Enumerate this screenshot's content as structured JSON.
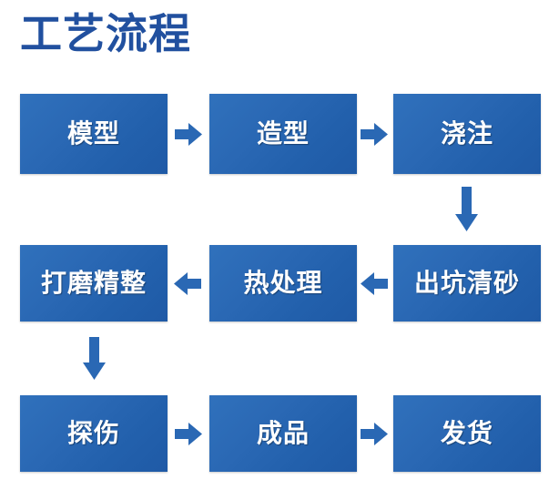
{
  "title": "工艺流程",
  "theme": {
    "title_color": "#21509F",
    "box_gradient_from": "#3071BC",
    "box_gradient_to": "#1F5AA6",
    "box_text_color": "#FFFFFF",
    "arrow_color": "#2A68B4",
    "background": "#FFFFFF"
  },
  "flow": {
    "rows": [
      {
        "direction": "left-to-right",
        "nodes": [
          {
            "id": "node-moxing",
            "label": "模型"
          },
          {
            "id": "node-zaoxing",
            "label": "造型"
          },
          {
            "id": "node-jiaozhu",
            "label": "浇注"
          }
        ]
      },
      {
        "direction": "right-to-left",
        "nodes": [
          {
            "id": "node-damojingzheng",
            "label": "打磨精整"
          },
          {
            "id": "node-rechuli",
            "label": "热处理"
          },
          {
            "id": "node-chukengqingsha",
            "label": "出坑清砂"
          }
        ]
      },
      {
        "direction": "left-to-right",
        "nodes": [
          {
            "id": "node-tanshang",
            "label": "探伤"
          },
          {
            "id": "node-chengpin",
            "label": "成品"
          },
          {
            "id": "node-fahuo",
            "label": "发货"
          }
        ]
      }
    ],
    "connectors": [
      {
        "id": "arrow-moxing-to-zaoxing",
        "direction": "right"
      },
      {
        "id": "arrow-zaoxing-to-jiaozhu",
        "direction": "right"
      },
      {
        "id": "arrow-jiaozhu-to-chukengqingsha",
        "direction": "down"
      },
      {
        "id": "arrow-chukengqingsha-to-rechuli",
        "direction": "left"
      },
      {
        "id": "arrow-rechuli-to-damojingzheng",
        "direction": "left"
      },
      {
        "id": "arrow-damojingzheng-to-tanshang",
        "direction": "down"
      },
      {
        "id": "arrow-tanshang-to-chengpin",
        "direction": "right"
      },
      {
        "id": "arrow-chengpin-to-fahuo",
        "direction": "right"
      }
    ]
  }
}
